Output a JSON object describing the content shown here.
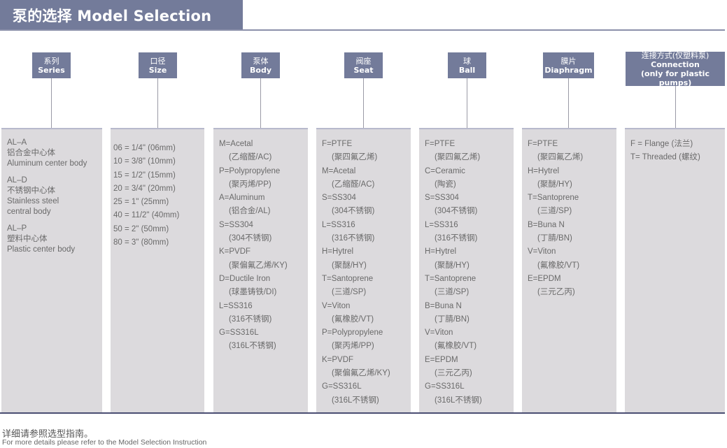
{
  "header": {
    "title": "泵的选择 Model Selection",
    "accent_color": "#737b9a"
  },
  "columns": [
    {
      "key": "series",
      "label_cn": "系列",
      "label_en": "Series",
      "groups": [
        {
          "code": "AL–A",
          "cn": "铝合金中心体",
          "en": [
            "Aluminum center body"
          ]
        },
        {
          "code": "AL–D",
          "cn": "不锈钢中心体",
          "en": [
            "Stainless steel",
            "central body"
          ]
        },
        {
          "code": "AL–P",
          "cn": "塑料中心体",
          "en": [
            "Plastic center body"
          ]
        }
      ]
    },
    {
      "key": "size",
      "label_cn": "口径",
      "label_en": "Size",
      "items": [
        "06 = 1/4\" (06mm)",
        "10 = 3/8\" (10mm)",
        "15 = 1/2\" (15mm)",
        "20 = 3/4\" (20mm)",
        "25 = 1\" (25mm)",
        "40 = 11/2\" (40mm)",
        "50 = 2\" (50mm)",
        "80 = 3\" (80mm)"
      ]
    },
    {
      "key": "body",
      "label_cn": "泵体",
      "label_en": "Body",
      "items": [
        {
          "code": "M=Acetal",
          "cn": "(乙缩醛/AC)"
        },
        {
          "code": "P=Polypropylene",
          "cn": "(聚丙烯/PP)"
        },
        {
          "code": "A=Aluminum",
          "cn": "(铝合金/AL)"
        },
        {
          "code": "S=SS304",
          "cn": "(304不锈钢)"
        },
        {
          "code": "K=PVDF",
          "cn": "(聚偏氟乙烯/KY)"
        },
        {
          "code": "D=Ductile Iron",
          "cn": "(球墨铸铁/DI)"
        },
        {
          "code": "L=SS316",
          "cn": "(316不锈钢)"
        },
        {
          "code": "G=SS316L",
          "cn": "(316L不锈钢)"
        }
      ]
    },
    {
      "key": "seat",
      "label_cn": "阀座",
      "label_en": "Seat",
      "items": [
        {
          "code": "F=PTFE",
          "cn": "(聚四氟乙烯)"
        },
        {
          "code": "M=Acetal",
          "cn": "(乙缩醛/AC)"
        },
        {
          "code": "S=SS304",
          "cn": "(304不锈钢)"
        },
        {
          "code": "L=SS316",
          "cn": "(316不锈钢)"
        },
        {
          "code": "H=Hytrel",
          "cn": "(聚醚/HY)"
        },
        {
          "code": "T=Santoprene",
          "cn": "(三道/SP)"
        },
        {
          "code": "V=Viton",
          "cn": "(氟橡胶/VT)"
        },
        {
          "code": "P=Polypropylene",
          "cn": "(聚丙烯/PP)"
        },
        {
          "code": "K=PVDF",
          "cn": "(聚偏氟乙烯/KY)"
        },
        {
          "code": "G=SS316L",
          "cn": "(316L不锈钢)"
        }
      ]
    },
    {
      "key": "ball",
      "label_cn": "球",
      "label_en": "Ball",
      "items": [
        {
          "code": "F=PTFE",
          "cn": "(聚四氟乙烯)"
        },
        {
          "code": "C=Ceramic",
          "cn": "(陶瓷)"
        },
        {
          "code": "S=SS304",
          "cn": "(304不锈钢)"
        },
        {
          "code": "L=SS316",
          "cn": "(316不锈钢)"
        },
        {
          "code": "H=Hytrel",
          "cn": "(聚醚/HY)"
        },
        {
          "code": "T=Santoprene",
          "cn": "(三道/SP)"
        },
        {
          "code": "B=Buna N",
          "cn": "(丁腈/BN)"
        },
        {
          "code": "V=Viton",
          "cn": "(氟橡胶/VT)"
        },
        {
          "code": "E=EPDM",
          "cn": "(三元乙丙)"
        },
        {
          "code": "G=SS316L",
          "cn": "(316L不锈钢)"
        }
      ]
    },
    {
      "key": "diaphragm",
      "label_cn": "膜片",
      "label_en": "Diaphragm",
      "items": [
        {
          "code": "F=PTFE",
          "cn": "(聚四氟乙烯)"
        },
        {
          "code": "H=Hytrel",
          "cn": "(聚醚/HY)"
        },
        {
          "code": "T=Santoprene",
          "cn": "(三道/SP)"
        },
        {
          "code": "B=Buna N",
          "cn": "(丁腈/BN)"
        },
        {
          "code": "V=Viton",
          "cn": "(氟橡胶/VT)"
        },
        {
          "code": "E=EPDM",
          "cn": "(三元乙丙)"
        }
      ]
    },
    {
      "key": "connection",
      "label_cn": "连接方式(仅塑料泵)",
      "label_en": "Connection",
      "label_note": "(only for plastic pumps)",
      "items": [
        "F = Flange (法兰)",
        "T= Threaded (螺纹)"
      ]
    }
  ],
  "footer": {
    "note_cn": "详细请参照选型指南。",
    "note_en": "For more details please refer to the Model Selection Instruction"
  }
}
